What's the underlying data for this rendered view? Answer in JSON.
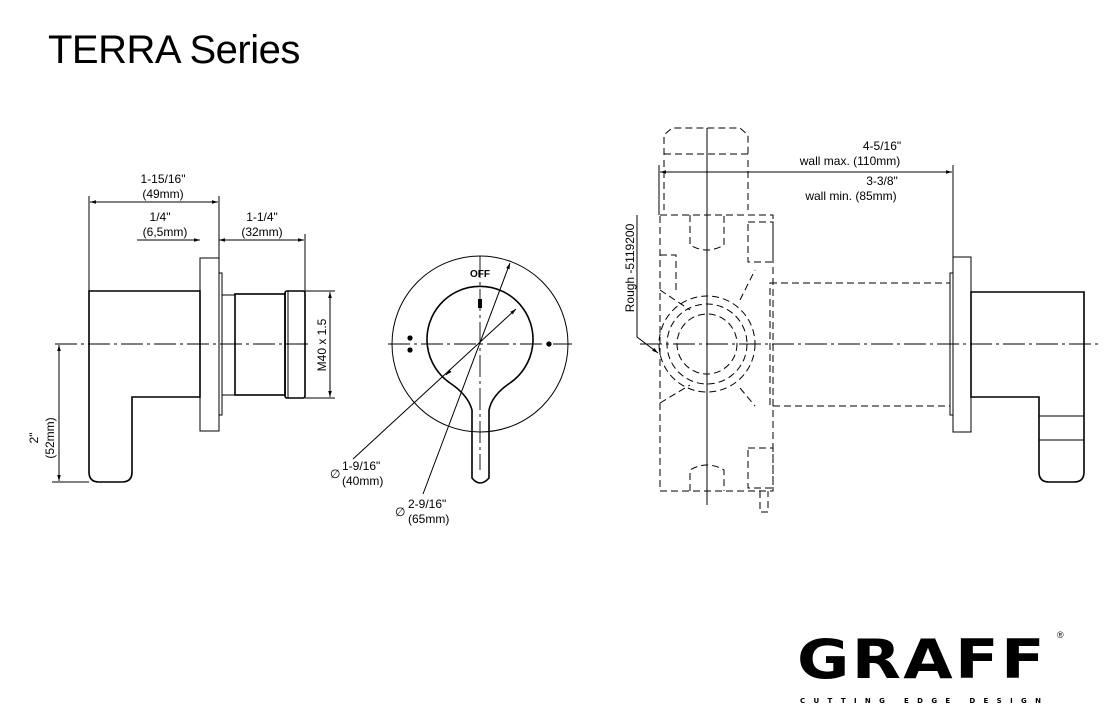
{
  "title": "TERRA Series",
  "side_view": {
    "overall_in": "1-15/16\"",
    "overall_mm": "(49mm)",
    "plate_in": "1/4\"",
    "plate_mm": "(6,5mm)",
    "thread_len_in": "1-1/4\"",
    "thread_len_mm": "(32mm)",
    "thread_spec": "M40 x 1.5",
    "height_in": "2\"",
    "height_mm": "(52mm)"
  },
  "front_view": {
    "off_label": "OFF",
    "diameter_symbol": "∅",
    "inner_dia_in": "1-9/16\"",
    "inner_dia_mm": "(40mm)",
    "outer_dia_in": "2-9/16\"",
    "outer_dia_mm": "(65mm)"
  },
  "installed_view": {
    "wall_max_in": "4-5/16\"",
    "wall_max_label": "wall max. (110mm)",
    "wall_min_in": "3-3/8\"",
    "wall_min_label": "wall min. (85mm)",
    "rough_label": "Rough -5119200"
  },
  "logo": {
    "brand": "GRAFF",
    "registered": "®",
    "tagline": "CUTTING EDGE DESIGN"
  }
}
